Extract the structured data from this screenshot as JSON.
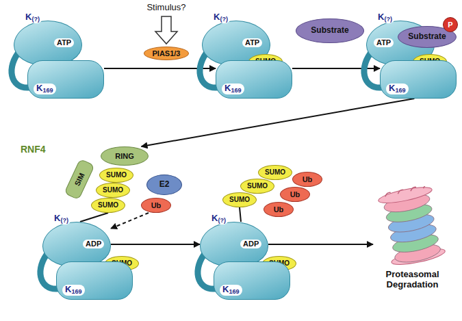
{
  "diagram": {
    "nodes": [
      {
        "text": [
          "K(?)",
          "ATP"
        ]
      },
      {
        "text": [
          "K169"
        ]
      },
      {
        "text": [
          "PIAS1/3"
        ]
      },
      {
        "text": [
          "K(?)",
          "ATP"
        ]
      },
      {
        "text": [
          "SUMO"
        ]
      },
      {
        "text": [
          "K169"
        ]
      },
      {
        "text": [
          "Substrate"
        ]
      },
      {
        "text": [
          "K(?)",
          "ATP"
        ]
      },
      {
        "text": [
          "Substrate"
        ]
      },
      {
        "text": [
          "P"
        ]
      },
      {
        "text": [
          "SUMO"
        ]
      },
      {
        "text": [
          "K169"
        ]
      },
      {
        "text": [
          "RING"
        ]
      },
      {
        "text": [
          "SIM"
        ]
      },
      {
        "text": [
          "SUMO"
        ]
      },
      {
        "text": [
          "SUMO"
        ]
      },
      {
        "text": [
          "SUMO"
        ]
      },
      {
        "text": [
          "E2"
        ]
      },
      {
        "text": [
          "Ub"
        ]
      },
      {
        "text": [
          "K(?)",
          "ADP"
        ]
      },
      {
        "text": [
          "SUMO"
        ]
      },
      {
        "text": [
          "K169"
        ]
      },
      {
        "text": [
          "K(?)",
          "ADP"
        ]
      },
      {
        "text": [
          "SUMO"
        ]
      },
      {
        "text": [
          "SUMO"
        ]
      },
      {
        "text": [
          "SUMO"
        ]
      },
      {
        "text": [
          "Ub"
        ]
      },
      {
        "text": [
          "Ub"
        ]
      },
      {
        "text": [
          "Ub"
        ]
      },
      {
        "text": [
          "SUMO"
        ]
      },
      {
        "text": [
          "K169"
        ]
      },
      {
        "text": [
          "Proteasomal Degradation"
        ]
      }
    ],
    "edges": [
      {
        "from": 1,
        "to": 5,
        "arrow": "to"
      },
      {
        "from": 5,
        "to": 11,
        "arrow": "to"
      },
      {
        "from": 11,
        "to": 12,
        "arrow": "to"
      },
      {
        "from": 19,
        "to": 16,
        "arrow": "none"
      },
      {
        "from": 18,
        "to": 19,
        "arrow": "to"
      },
      {
        "from": 19,
        "to": 22,
        "arrow": "to"
      },
      {
        "from": 22,
        "to": 23,
        "arrow": "none"
      },
      {
        "from": 22,
        "to": 31,
        "arrow": "to"
      }
    ],
    "labels": [
      "Stimulus?",
      "RNF4"
    ]
  }
}
